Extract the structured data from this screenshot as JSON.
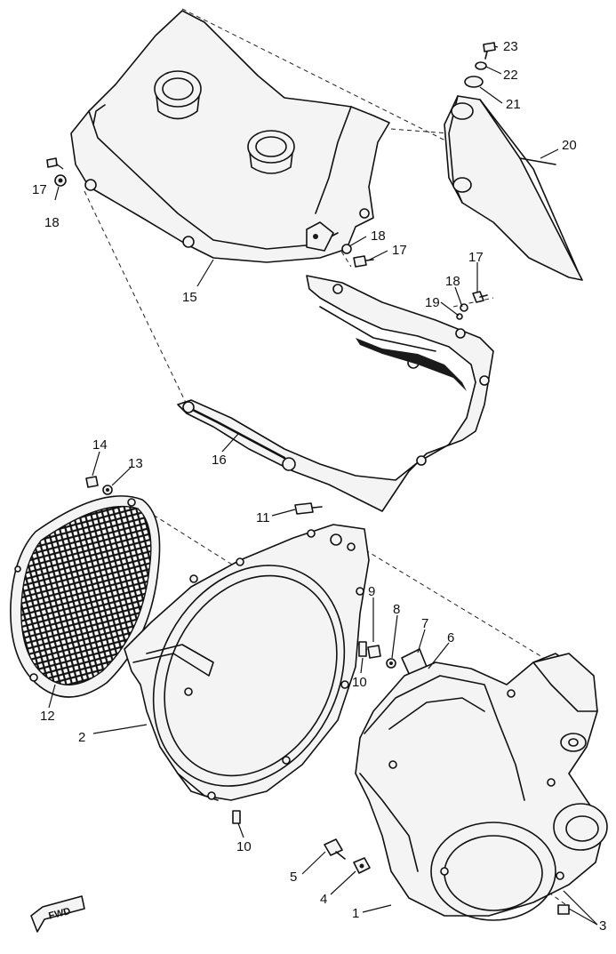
{
  "callouts": {
    "n1": "1",
    "n2": "2",
    "n3": "3",
    "n4": "4",
    "n5": "5",
    "n6": "6",
    "n7": "7",
    "n8": "8",
    "n9": "9",
    "n10a": "10",
    "n10b": "10",
    "n11": "11",
    "n12": "12",
    "n13": "13",
    "n14": "14",
    "n15": "15",
    "n16": "16",
    "n17a": "17",
    "n17b": "17",
    "n17c": "17",
    "n18a": "18",
    "n18b": "18",
    "n18c": "18",
    "n19": "19",
    "n20": "20",
    "n21": "21",
    "n22": "22",
    "n23": "23"
  },
  "direction_badge": "FWD"
}
